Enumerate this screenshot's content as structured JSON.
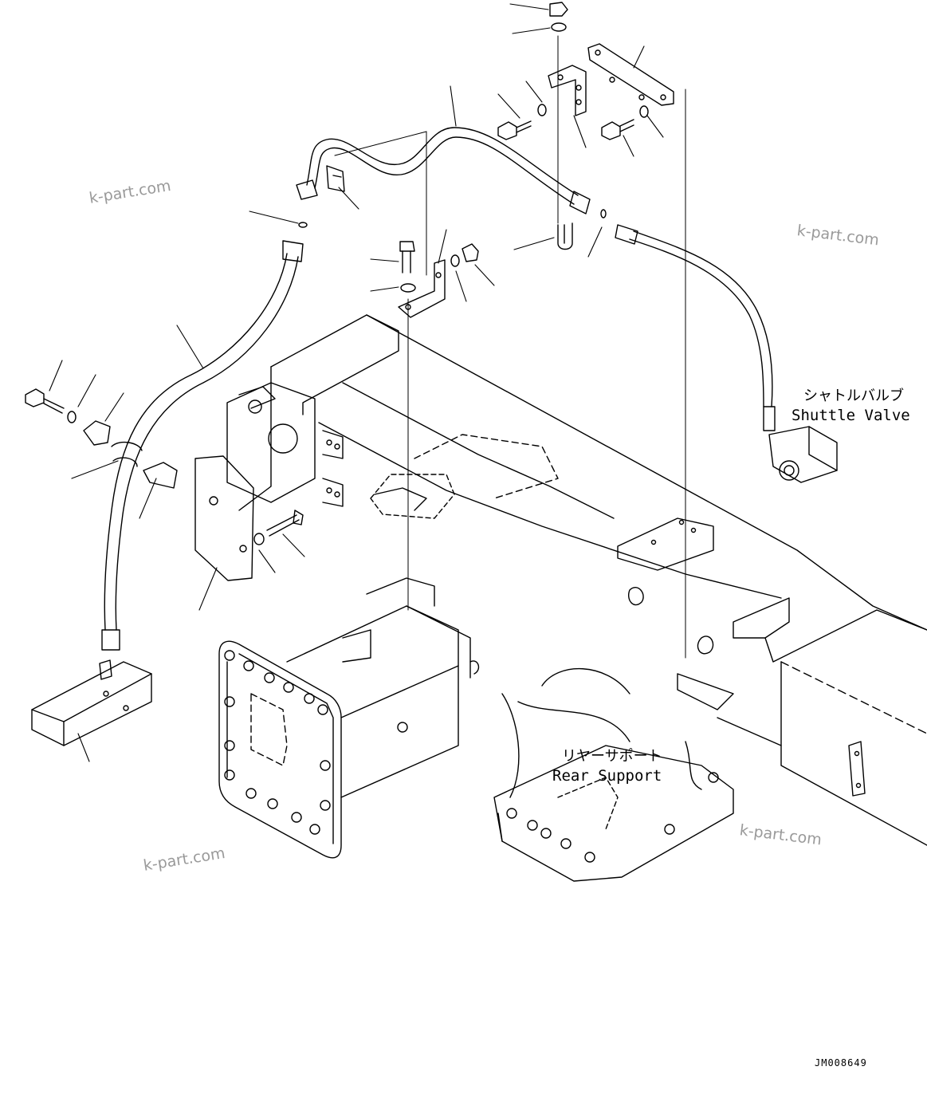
{
  "labels": {
    "shuttle_valve_jp": "シャトルバルブ",
    "shuttle_valve_en": "Shuttle Valve",
    "rear_support_jp": "リヤーサポート",
    "rear_support_en": "Rear Support"
  },
  "watermarks": [
    "k-part.com",
    "k-part.com",
    "k-part.com",
    "k-part.com"
  ],
  "drawing_code": "JM008649",
  "colors": {
    "line": "#000000",
    "watermark": "#9a9a9a",
    "background": "#ffffff"
  }
}
